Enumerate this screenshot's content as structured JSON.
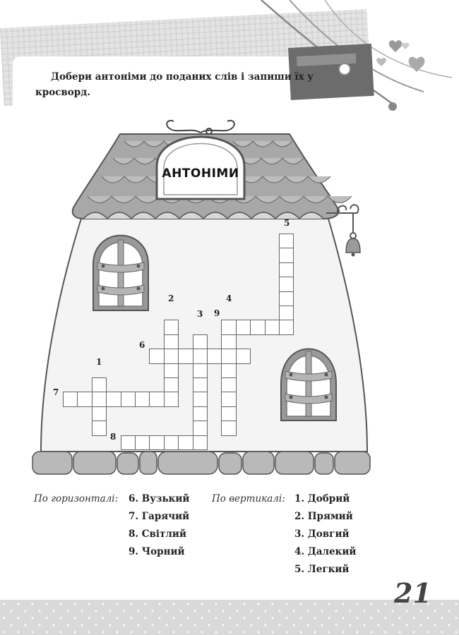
{
  "task": {
    "text": "Добери антоніми до поданих слів і запиши їх у кросворд."
  },
  "house": {
    "title": "АНТОНІМИ"
  },
  "crossword": {
    "numbers": [
      "1",
      "2",
      "3",
      "4",
      "5",
      "6",
      "7",
      "8",
      "9"
    ]
  },
  "clues": {
    "horizontal_heading": "По горизонталі:",
    "vertical_heading": "По вертикалі:",
    "horizontal": [
      "6. Вузький",
      "7. Гарячий",
      "8. Світлий",
      "9. Чорний"
    ],
    "vertical": [
      "1. Добрий",
      "2. Прямий",
      "3. Довгий",
      "4. Далекий",
      "5. Легкий"
    ]
  },
  "page": {
    "number": "21"
  },
  "colors": {
    "roof_dark": "#8c8c8c",
    "roof_light": "#c8c8c8",
    "cell_border": "#666666",
    "footer": "#d9d9d9"
  }
}
